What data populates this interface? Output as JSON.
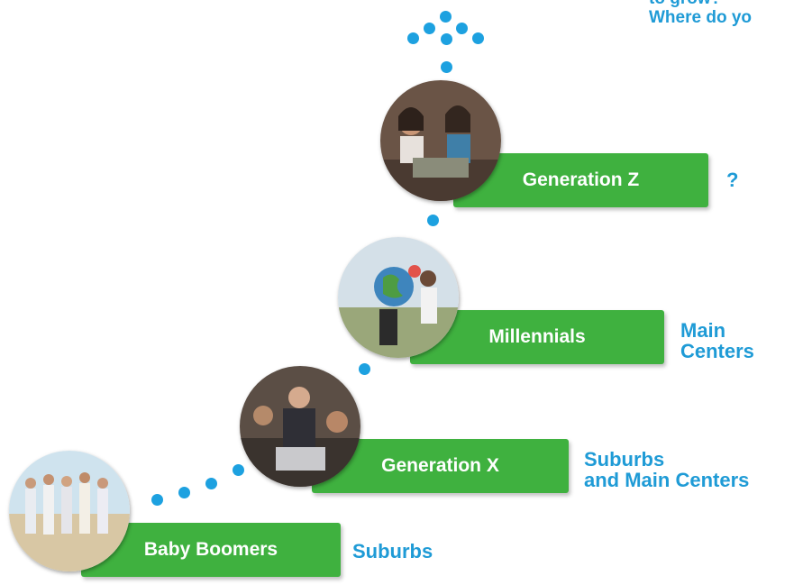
{
  "question": {
    "line1": "to grow?",
    "line2": "Where do yo"
  },
  "generations": [
    {
      "name": "Baby Boomers",
      "location_lines": [
        "Suburbs"
      ]
    },
    {
      "name": "Generation X",
      "location_lines": [
        "Suburbs",
        "and Main Centers"
      ]
    },
    {
      "name": "Millennials",
      "location_lines": [
        "Main",
        "Centers"
      ]
    },
    {
      "name": "Generation Z",
      "location_lines": [
        "?"
      ]
    }
  ],
  "colors": {
    "bar": "#3fb13f",
    "dot": "#1da1e0",
    "label": "#1f9bd6"
  }
}
